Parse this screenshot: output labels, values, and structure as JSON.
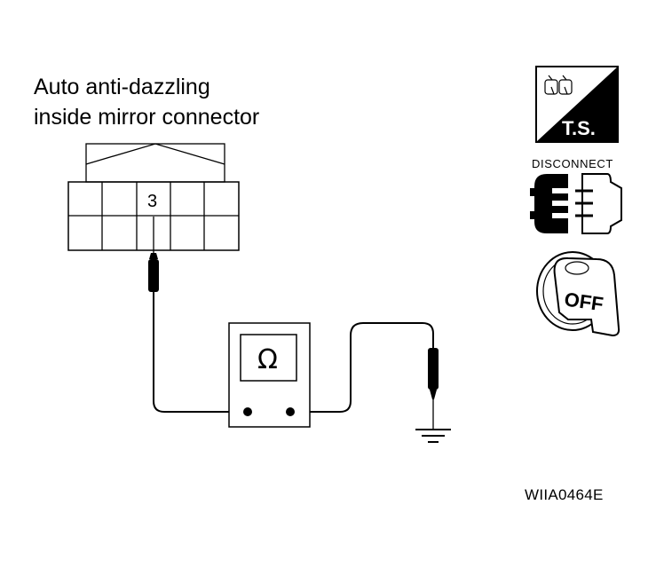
{
  "heading": {
    "line1": "Auto anti-dazzling",
    "line2": "inside mirror connector"
  },
  "connector": {
    "pin_label": "3"
  },
  "meter": {
    "symbol": "Ω"
  },
  "icons": {
    "test_symbol_label": "T.S.",
    "disconnect_label": "DISCONNECT",
    "ignition_label": "OFF"
  },
  "figure_code": "WIIA0464E"
}
